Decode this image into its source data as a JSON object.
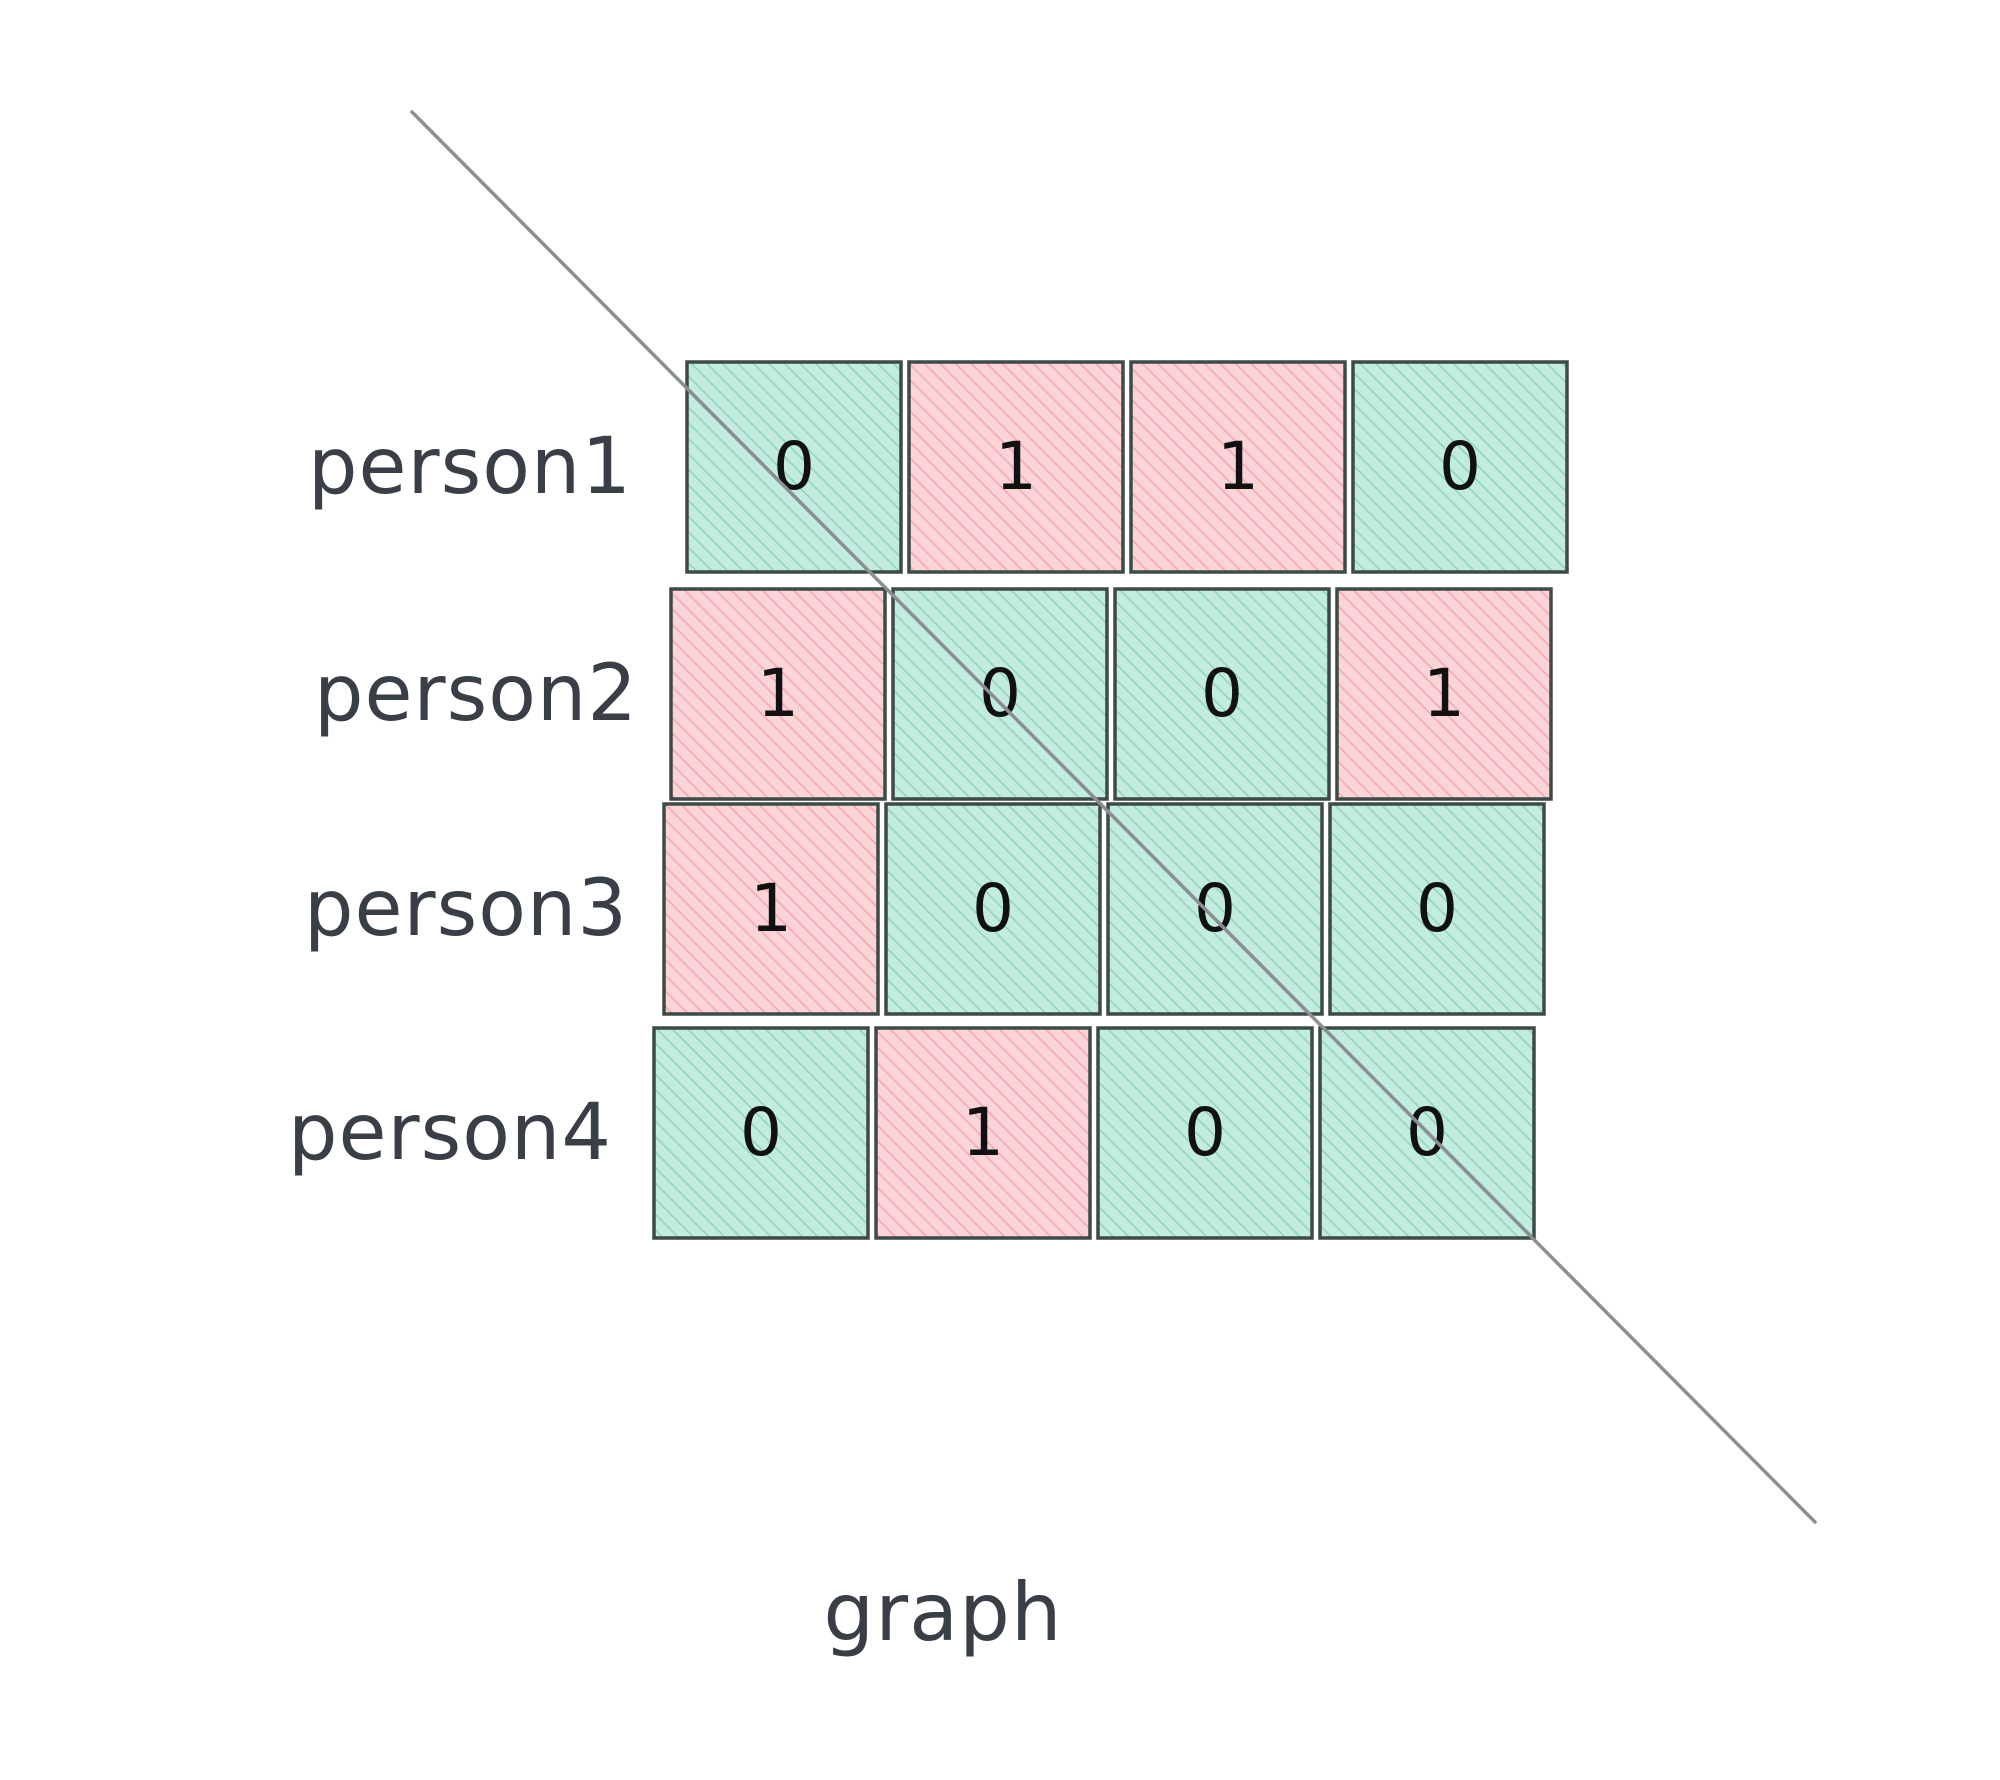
{
  "rows": [
    {
      "label": "person1",
      "values": [
        "0",
        "1",
        "1",
        "0"
      ]
    },
    {
      "label": "person2",
      "values": [
        "1",
        "0",
        "0",
        "1"
      ]
    },
    {
      "label": "person3",
      "values": [
        "1",
        "0",
        "0",
        "0"
      ]
    },
    {
      "label": "person4",
      "values": [
        "0",
        "1",
        "0",
        "0"
      ]
    }
  ],
  "caption": "graph",
  "colors": {
    "zero_cell": "#c2ecdf",
    "one_cell": "#fad4d7",
    "zero_hatch": "#8fd3bf",
    "one_hatch": "#f1a7ae",
    "cell_border": "#3d4a45",
    "text": "#3a3f47",
    "diagonal_line": "#8a8f94"
  }
}
